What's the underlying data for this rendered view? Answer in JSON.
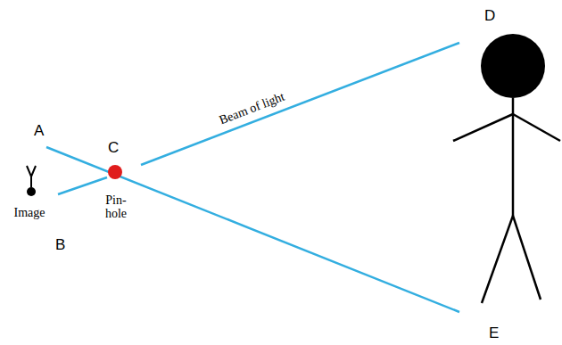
{
  "diagram": {
    "labels": [
      "A",
      "B",
      "C",
      "D",
      "E",
      "Beam of light",
      "Image",
      "Pin- hole"
    ]
  }
}
